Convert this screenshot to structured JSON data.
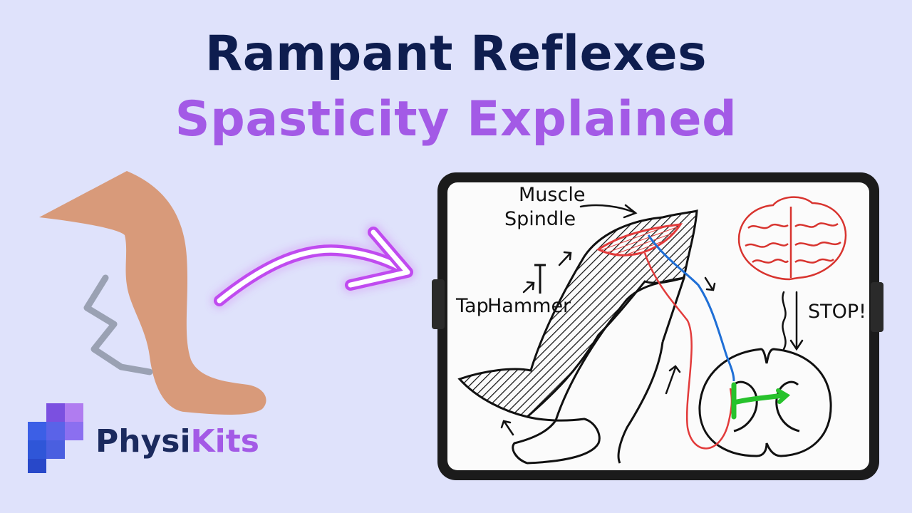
{
  "title": "Rampant Reflexes",
  "subtitle": "Spasticity Explained",
  "brand": {
    "part1": "Physi",
    "part2": "Kits"
  },
  "whiteboard": {
    "label_muscle": "Muscle",
    "label_spindle": "Spindle",
    "label_tap": "Tap",
    "label_hammer": "Hammer",
    "label_stop": "STOP!"
  },
  "colors": {
    "background": "#dfe2fb",
    "title": "#0e1d4f",
    "subtitle": "#a35ae6",
    "leg": "#d89a7a",
    "shake_lines": "#9aa1b3",
    "arrow_glow": "#c04cf0",
    "sensory_nerve": "#e23b3b",
    "motor_nerve": "#1f6fd6",
    "interneuron": "#27c22c",
    "brain": "#d8342f"
  },
  "icons": [
    "leg-icon",
    "shake-lines-icon",
    "glow-arrow-icon",
    "physikits-logo-icon",
    "brain-icon"
  ]
}
